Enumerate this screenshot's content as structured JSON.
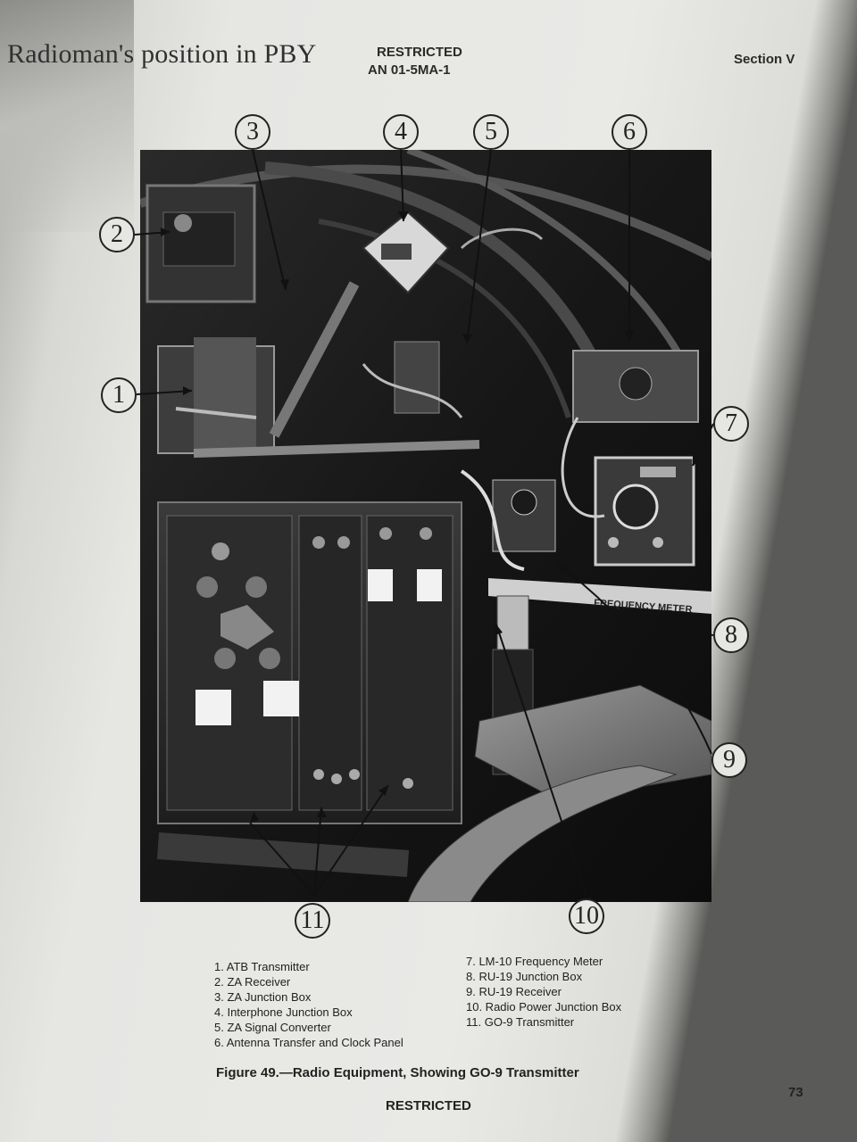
{
  "overlay_title": "Radioman's position in PBY",
  "header": {
    "restricted": "RESTRICTED",
    "doc_number": "AN 01-5MA-1",
    "section": "Section V"
  },
  "callouts": [
    "1",
    "2",
    "3",
    "4",
    "5",
    "6",
    "7",
    "8",
    "9",
    "10",
    "11"
  ],
  "photo_labels": {
    "frequency_meter": "FREQUENCY METER"
  },
  "legend": {
    "left": [
      "1.  ATB Transmitter",
      "2.  ZA Receiver",
      "3.  ZA Junction Box",
      "4.  Interphone Junction Box",
      "5.  ZA Signal Converter",
      "6.  Antenna Transfer and Clock Panel"
    ],
    "right": [
      "7.  LM-10 Frequency Meter",
      "8.  RU-19 Junction Box",
      "9.  RU-19 Receiver",
      "10.  Radio Power Junction Box",
      "11.  GO-9 Transmitter"
    ]
  },
  "caption": "Figure 49.—Radio Equipment, Showing GO-9 Transmitter",
  "footer": {
    "restricted": "RESTRICTED",
    "page_number": "73"
  }
}
